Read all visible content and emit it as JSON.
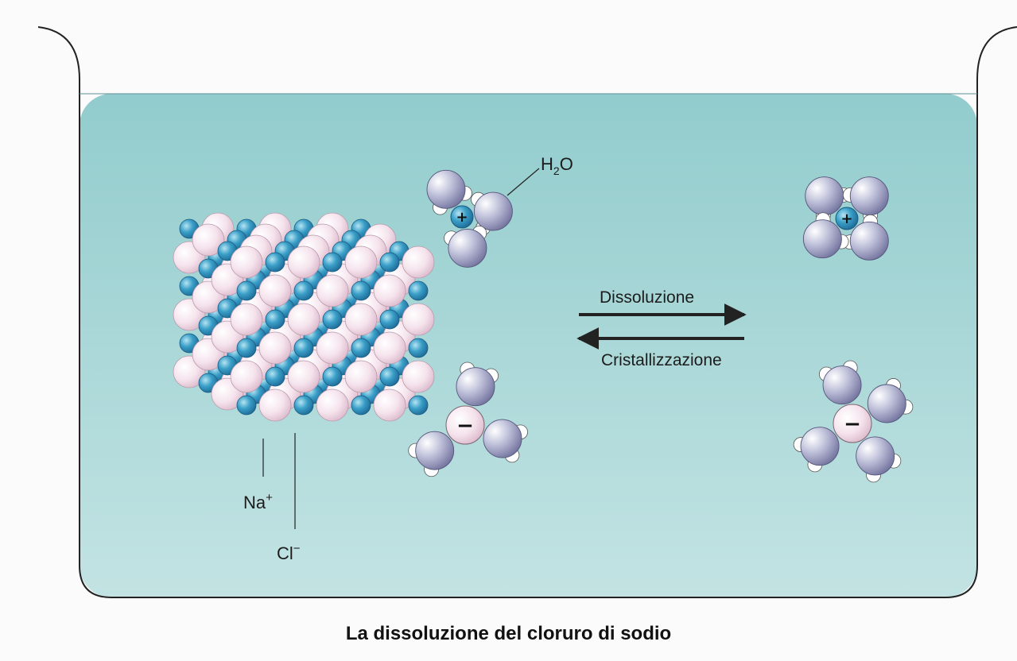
{
  "labels": {
    "water": "H",
    "water_sub": "2",
    "water_tail": "O",
    "forward": "Dissoluzione",
    "backward": "Cristallizzazione",
    "sodium": "Na",
    "sodium_charge": "+",
    "chloride": "Cl",
    "chloride_charge": "−",
    "plus": "+",
    "minus": "−"
  },
  "caption": "La dissoluzione del cloruro di sodio",
  "colors": {
    "solution": "#9ccfce",
    "chloride_ion": "#f4dfe9",
    "sodium_ion": "#2e8db8",
    "water_oxygen": "#8f93b8",
    "hydrogen": "#ffffff"
  }
}
